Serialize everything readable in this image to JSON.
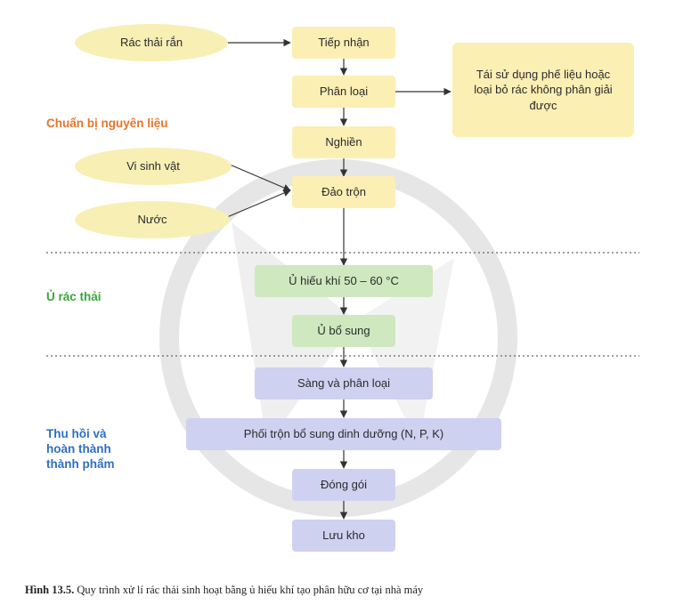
{
  "colors": {
    "prep_label": "#e8742a",
    "compost_label": "#3aa63a",
    "finish_label": "#2f6fc2"
  },
  "sources": {
    "solid_waste": "Rác thải rắn",
    "microbes": "Vi sinh vật",
    "water": "Nước"
  },
  "steps": {
    "receive": "Tiếp nhận",
    "sort": "Phân loại",
    "grind": "Nghiền",
    "mix": "Đảo trộn",
    "aerobic": "Ủ hiếu khí 50 – 60 °C",
    "supplement": "Ủ bổ sung",
    "screen": "Sàng và phân loại",
    "nutrients": "Phối trộn bổ sung dinh dưỡng (N, P, K)",
    "package": "Đóng gói",
    "store": "Lưu kho"
  },
  "side_note": "Tái sử dụng phế liệu hoặc loại bỏ rác không phân giải được",
  "sections": {
    "prep": "Chuẩn bị nguyên liệu",
    "compost": "Ủ rác thải",
    "finish": "Thu hồi và hoàn thành thành phẩm"
  },
  "caption": {
    "number": "Hình 13.5.",
    "text": "Quy trình xử lí rác thải sinh hoạt bằng ủ hiếu khí tạo phân hữu cơ tại nhà máy"
  }
}
